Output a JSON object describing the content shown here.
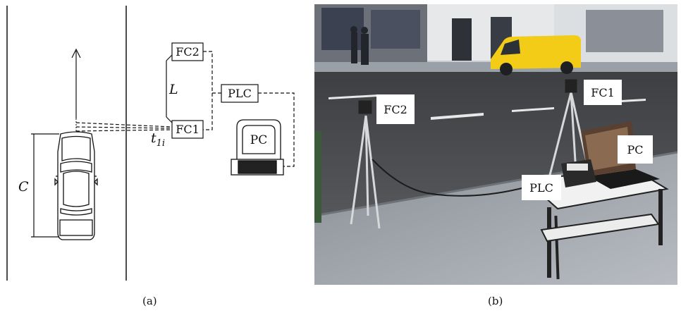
{
  "panel_a": {
    "labels": {
      "fc2": "FC2",
      "fc1": "FC1",
      "plc": "PLC",
      "pc": "PC",
      "distance": "L",
      "car_length": "C",
      "time_base": "t",
      "time_sub": "1i"
    },
    "caption": "(a)"
  },
  "panel_b": {
    "labels": {
      "fc2": "FC2",
      "fc1": "FC1",
      "pc": "PC",
      "plc": "PLC"
    },
    "caption": "(b)"
  }
}
